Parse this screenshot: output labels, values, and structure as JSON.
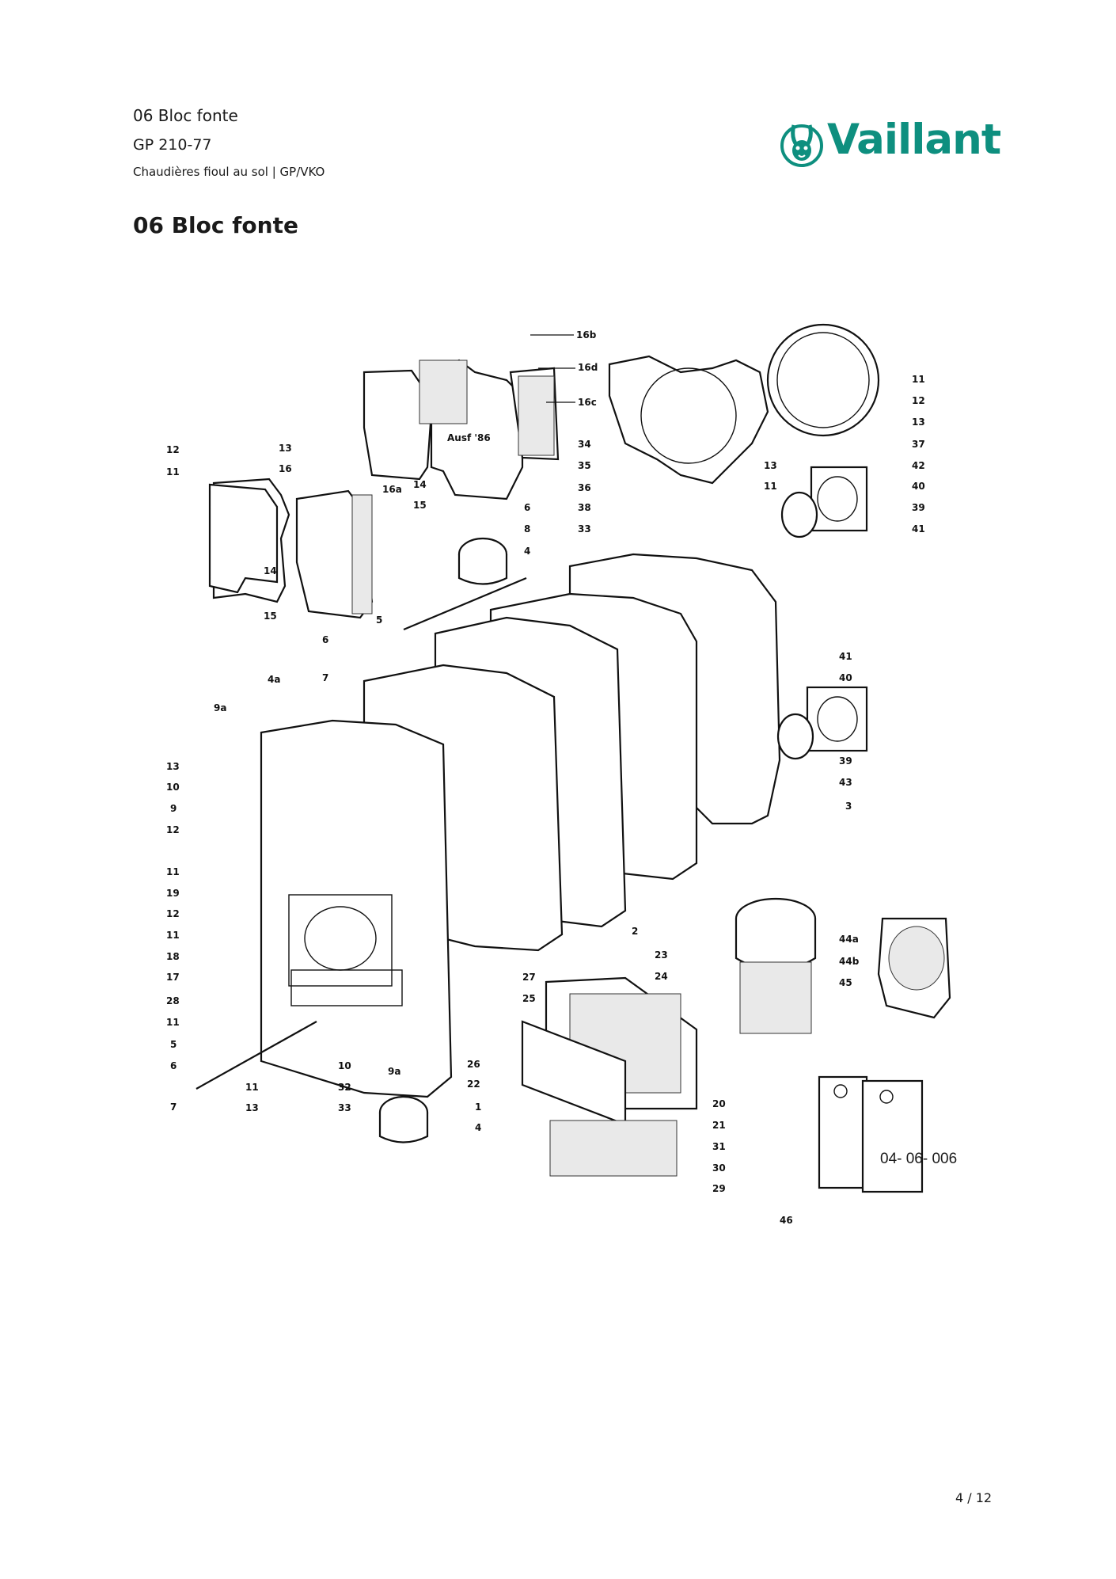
{
  "header": {
    "line1": "06 Bloc fonte",
    "line2": "GP 210-77",
    "line3": "Chaudières fioul au sol | GP/VKO"
  },
  "section_title": "06 Bloc fonte",
  "logo": {
    "text": "Vaillant",
    "color": "#0e8f7f"
  },
  "diagram": {
    "annotation": "Ausf '86",
    "callouts": [
      "16b",
      "16d",
      "16c",
      "16a",
      "16",
      "13",
      "12",
      "11",
      "14",
      "15",
      "34",
      "35",
      "36",
      "38",
      "33",
      "6",
      "8",
      "4",
      "5",
      "7",
      "4a",
      "9a",
      "10",
      "9",
      "19",
      "18",
      "17",
      "28",
      "27",
      "25",
      "26",
      "22",
      "1",
      "32",
      "2",
      "3",
      "23",
      "24",
      "20",
      "21",
      "31",
      "30",
      "29",
      "37",
      "42",
      "40",
      "39",
      "41",
      "43",
      "44a",
      "44b",
      "45",
      "46"
    ]
  },
  "drawing_number": "04- 06- 006",
  "page_number": "4 / 12"
}
